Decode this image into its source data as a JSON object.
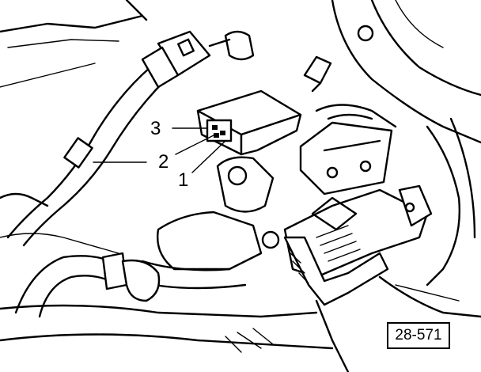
{
  "callouts": [
    {
      "id": "3",
      "label": "3"
    },
    {
      "id": "2",
      "label": "2"
    },
    {
      "id": "1",
      "label": "1"
    }
  ],
  "figure_ref": "28-571"
}
